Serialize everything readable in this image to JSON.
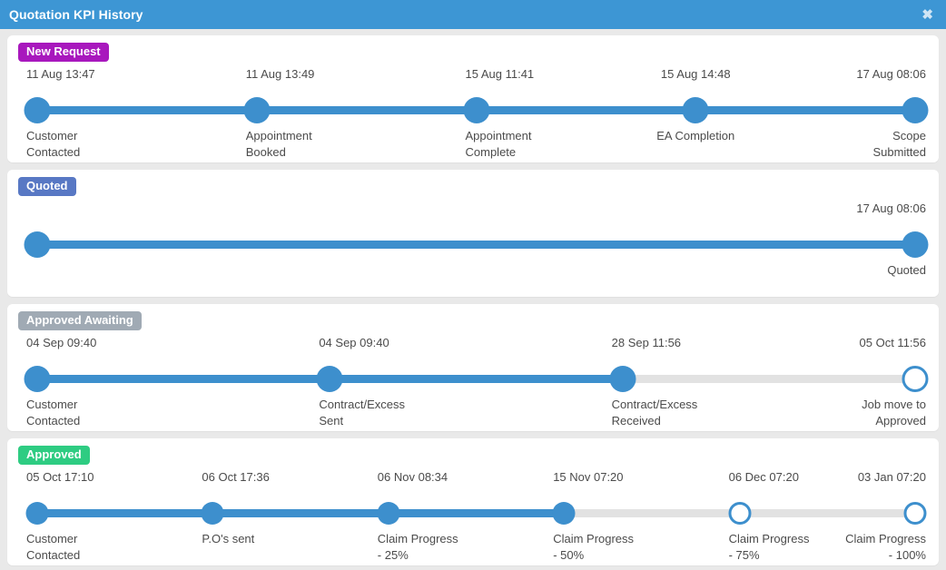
{
  "window": {
    "title": "Quotation KPI History",
    "close_icon": "close-icon",
    "close_glyph": "✖",
    "header_color": "#3d96d4",
    "page_background": "#e9e9e9"
  },
  "colors": {
    "done": "#3d8fcd",
    "todo": "#e2e2e2",
    "badge_new_request": "#a818bd",
    "badge_quoted": "#5878c4",
    "badge_approved_awaiting": "#a0aab4",
    "badge_approved": "#2ecc82",
    "text": "#4b4b4b"
  },
  "sections": [
    {
      "id": "new-request",
      "badge": "New Request",
      "badge_color": "#a818bd",
      "dot_size": "lg",
      "nodes": [
        {
          "time": "11 Aug 13:47",
          "label": "Customer\nContacted",
          "state": "done",
          "align": "left"
        },
        {
          "time": "11 Aug 13:49",
          "label": "Appointment\nBooked",
          "state": "done",
          "align": "left"
        },
        {
          "time": "15 Aug 11:41",
          "label": "Appointment\nComplete",
          "state": "done",
          "align": "left"
        },
        {
          "time": "15 Aug 14:48",
          "label": "EA Completion",
          "state": "done",
          "align": "center"
        },
        {
          "time": "17 Aug 08:06",
          "label": "Scope\nSubmitted",
          "state": "done",
          "align": "right"
        }
      ]
    },
    {
      "id": "quoted",
      "badge": "Quoted",
      "badge_color": "#5878c4",
      "dot_size": "lg",
      "nodes": [
        {
          "time": "",
          "label": "",
          "state": "done",
          "align": "left"
        },
        {
          "time": "17 Aug 08:06",
          "label": "Quoted",
          "state": "done",
          "align": "right"
        }
      ]
    },
    {
      "id": "approved-awaiting",
      "badge": "Approved Awaiting",
      "badge_color": "#a0aab4",
      "dot_size": "lg",
      "nodes": [
        {
          "time": "04 Sep 09:40",
          "label": "Customer\nContacted",
          "state": "done",
          "align": "left"
        },
        {
          "time": "04 Sep 09:40",
          "label": "Contract/Excess\nSent",
          "state": "done",
          "align": "left"
        },
        {
          "time": "28 Sep 11:56",
          "label": "Contract/Excess\nReceived",
          "state": "done",
          "align": "left"
        },
        {
          "time": "05 Oct 11:56",
          "label": "Job move to\nApproved",
          "state": "pending",
          "align": "right"
        }
      ]
    },
    {
      "id": "approved",
      "badge": "Approved",
      "badge_color": "#2ecc82",
      "dot_size": "sm",
      "nodes": [
        {
          "time": "05 Oct 17:10",
          "label": "Customer\nContacted",
          "state": "done",
          "align": "left"
        },
        {
          "time": "06 Oct 17:36",
          "label": "P.O's sent",
          "state": "done",
          "align": "left"
        },
        {
          "time": "06 Nov 08:34",
          "label": "Claim Progress\n- 25%",
          "state": "done",
          "align": "left"
        },
        {
          "time": "15 Nov 07:20",
          "label": "Claim Progress\n- 50%",
          "state": "done",
          "align": "left"
        },
        {
          "time": "06 Dec 07:20",
          "label": "Claim Progress\n- 75%",
          "state": "pending",
          "align": "left"
        },
        {
          "time": "03 Jan 07:20",
          "label": "Claim Progress\n- 100%",
          "state": "pending",
          "align": "right"
        }
      ]
    }
  ]
}
